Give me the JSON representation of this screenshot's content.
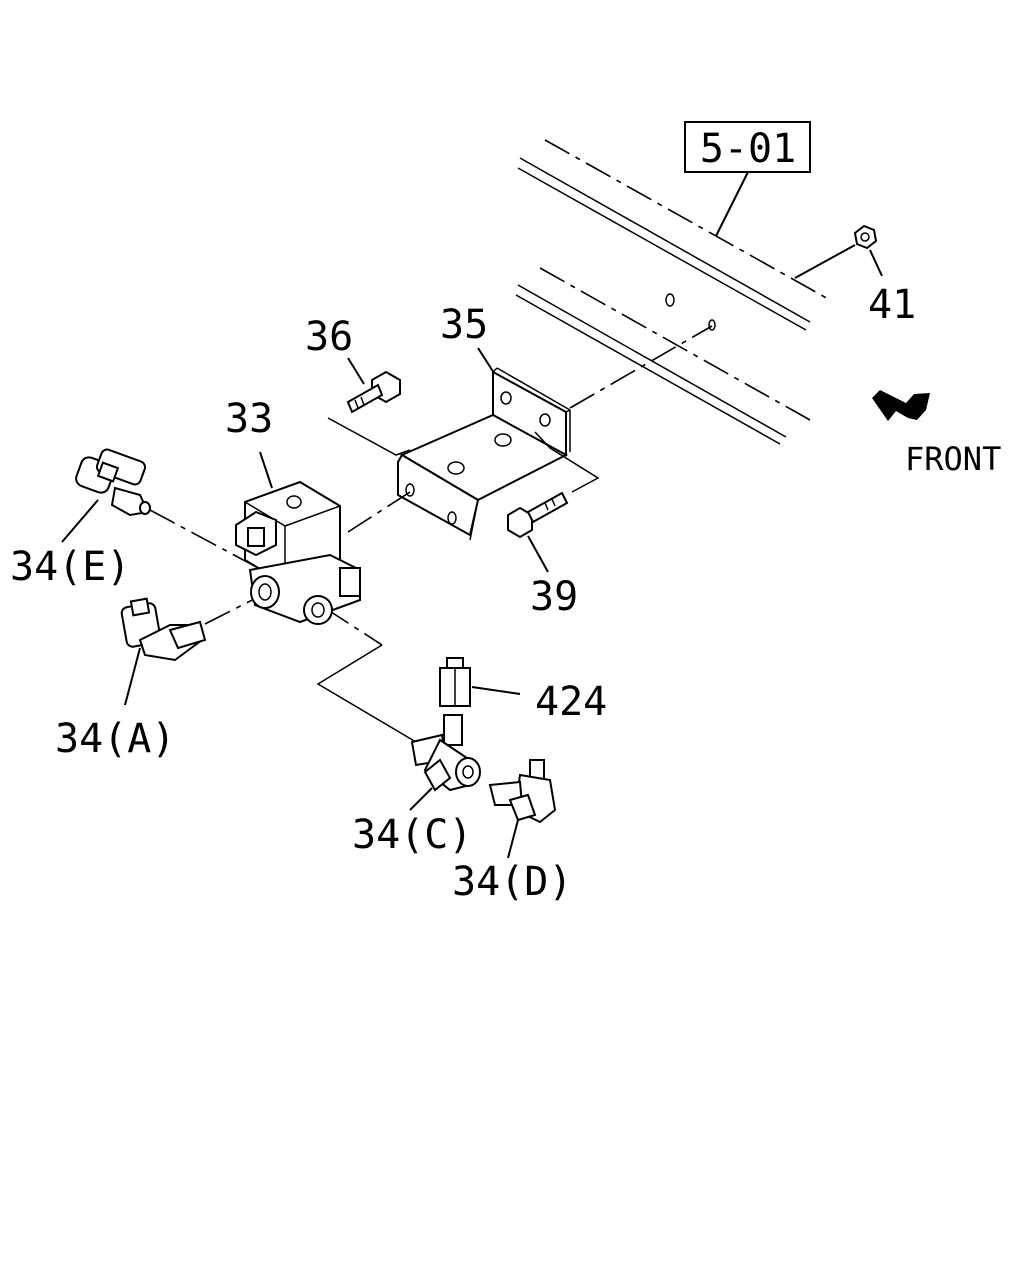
{
  "diagram": {
    "ref_box": "5-01",
    "front_label": "FRONT",
    "callouts": {
      "c41": "41",
      "c36": "36",
      "c35": "35",
      "c33": "33",
      "c39": "39",
      "c424": "424",
      "c34E": "34(E)",
      "c34A": "34(A)",
      "c34C": "34(C)",
      "c34D": "34(D)"
    }
  }
}
